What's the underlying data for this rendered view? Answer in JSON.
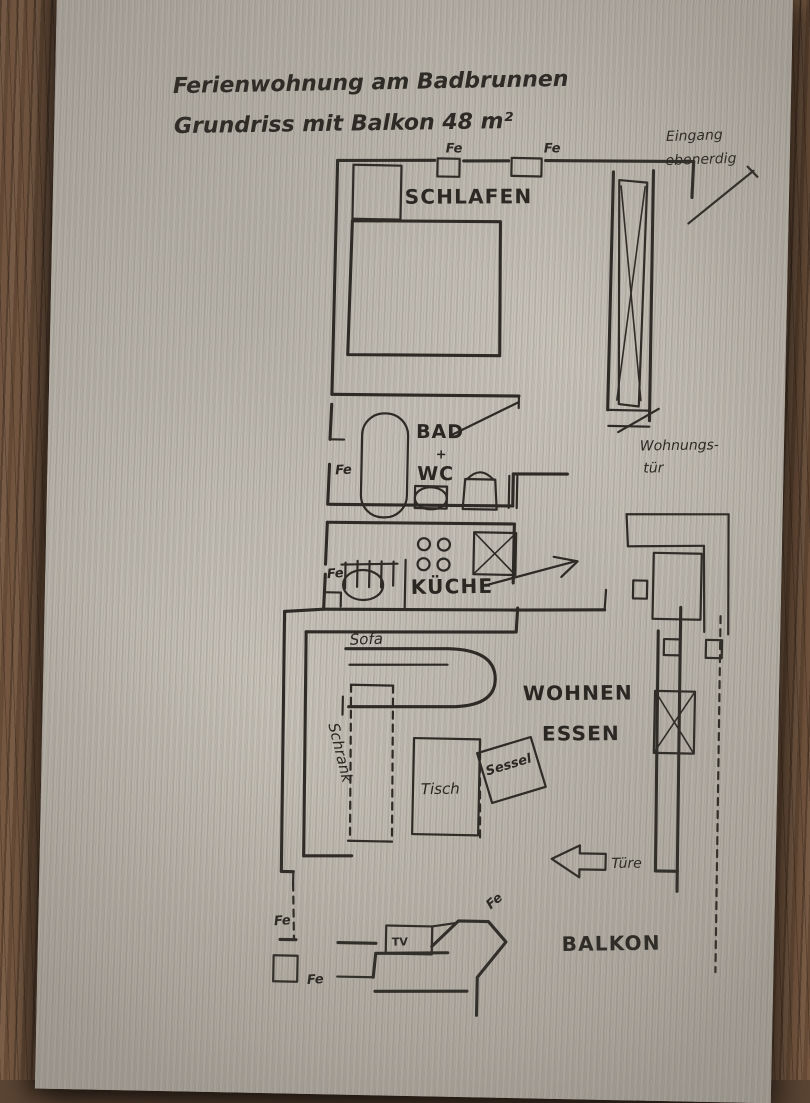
{
  "document": {
    "kind": "hand-drawn-floor-plan",
    "medium": "photocopy of pencil sketch on paper",
    "title_line1": "Ferienwohnung am Badbrunnen",
    "title_line2": "Grundriss mit Balkon 48 m²"
  },
  "rooms": [
    {
      "id": "schlafen",
      "label": "SCHLAFEN"
    },
    {
      "id": "bad_wc",
      "label_1": "BAD",
      "label_plus": "+",
      "label_2": "WC"
    },
    {
      "id": "kueche",
      "label": "KÜCHE"
    },
    {
      "id": "wohnen",
      "label_1": "WOHNEN",
      "label_2": "ESSEN"
    },
    {
      "id": "balkon",
      "label": "BALKON"
    }
  ],
  "furniture": [
    {
      "id": "sofa",
      "label": "Sofa"
    },
    {
      "id": "schrank",
      "label": "Schrank"
    },
    {
      "id": "tisch",
      "label": "Tisch"
    },
    {
      "id": "sessel",
      "label": "Sessel"
    },
    {
      "id": "tv",
      "label": "TV"
    }
  ],
  "annotations": {
    "entrance_line1": "Eingang",
    "entrance_line2": "ebenerdig",
    "apartment_door_line1": "Wohnungs-",
    "apartment_door_line2": "tür",
    "balcony_door": "Türe"
  },
  "window_markers": [
    {
      "id": "fe-top-1",
      "label": "Fe"
    },
    {
      "id": "fe-top-2",
      "label": "Fe"
    },
    {
      "id": "fe-bath",
      "label": "Fe"
    },
    {
      "id": "fe-kitchen",
      "label": "Fe"
    },
    {
      "id": "fe-bottom-1",
      "label": "Fe"
    },
    {
      "id": "fe-bottom-2",
      "label": "Fe"
    },
    {
      "id": "fe-balcony",
      "label": "Fe"
    }
  ],
  "colors": {
    "desk": "#6b4f3a",
    "paper": "#c6c1b7",
    "pencil": "#2e2b26",
    "ink_text": "#2a2722"
  }
}
